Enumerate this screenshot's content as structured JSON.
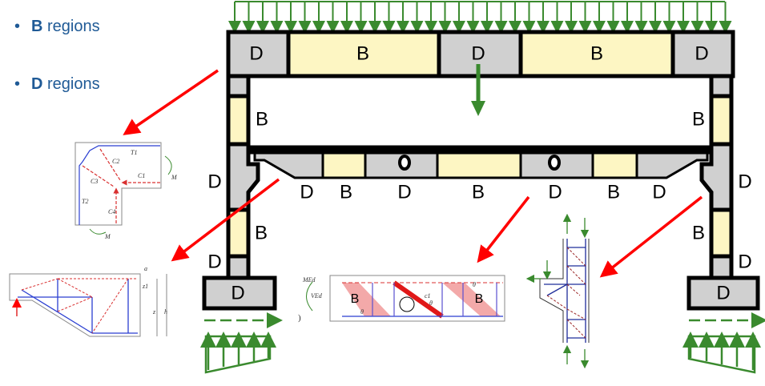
{
  "bullets": [
    {
      "bold": "B",
      "text": " regions"
    },
    {
      "bold": "D",
      "text": " regions"
    }
  ],
  "frame": {
    "top_beam_labels": [
      "D",
      "B",
      "D",
      "B",
      "D"
    ],
    "column_labels": {
      "left_b_top": "B",
      "right_b_top": "B",
      "left_d_mid": "D",
      "left_b_low": "B",
      "left_d_low": "D",
      "right_d_mid": "D",
      "right_b_low": "B",
      "right_d_low": "D"
    },
    "footing_labels": [
      "D",
      "D"
    ],
    "lower_beam_labels": [
      "D",
      "B",
      "D",
      "B",
      "D",
      "B",
      "D"
    ]
  },
  "details": {
    "corner": {
      "labels": [
        "T1",
        "C2",
        "C1",
        "C3",
        "T2",
        "C4",
        "M",
        "M"
      ]
    },
    "corbel": {
      "labels": [
        "a",
        "z1",
        "z",
        "h"
      ]
    },
    "beam": {
      "labels": [
        "MEd",
        "VEd",
        "B",
        "B",
        "θ",
        "c1",
        "θ",
        "θ",
        ")"
      ]
    }
  },
  "colors": {
    "d_region": "#d0d0d0",
    "b_region": "#fdf6c3",
    "load": "#3a8a2e",
    "pointer": "#ff0000",
    "bullet_text": "#1f5a96",
    "tie": "#2b3fd1",
    "strut": "#d93030"
  }
}
